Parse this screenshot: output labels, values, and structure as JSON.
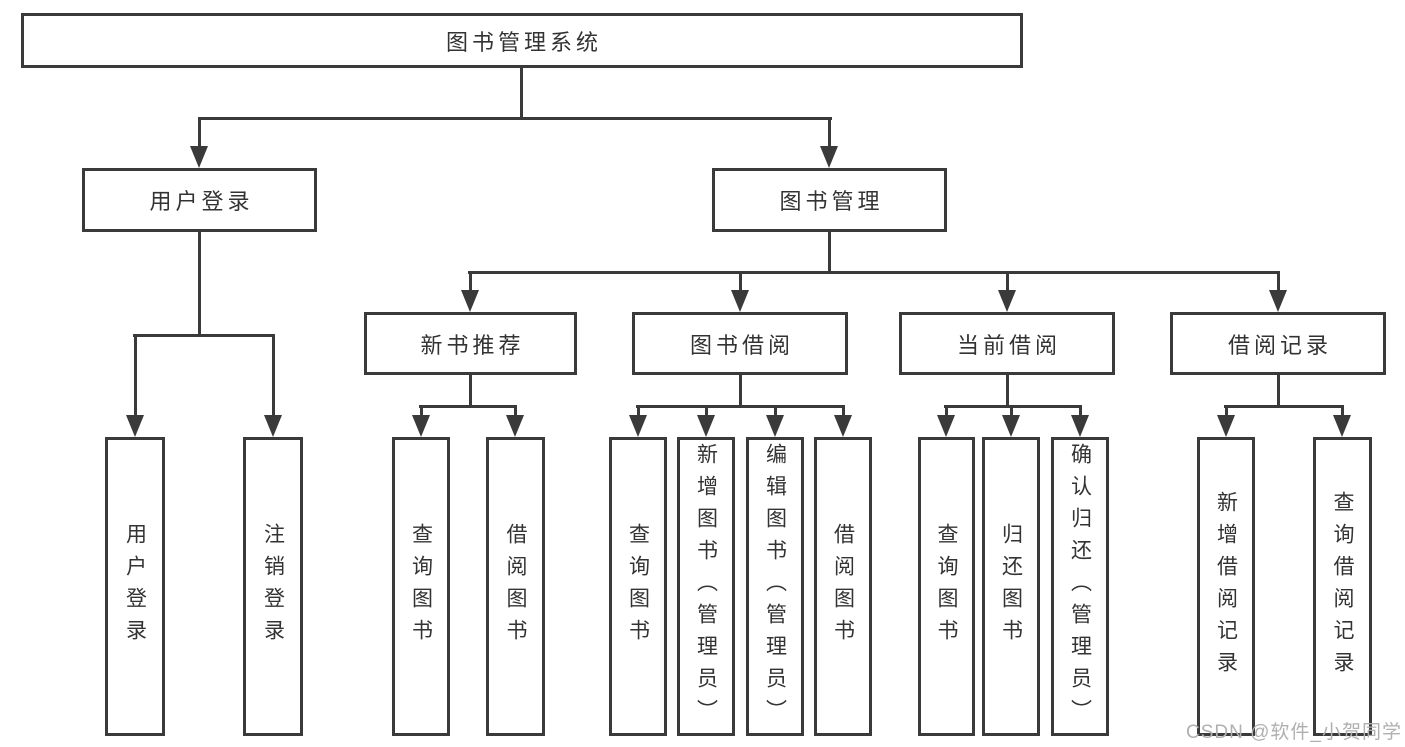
{
  "diagram_type": "hierarchy-tree",
  "tree": {
    "root": {
      "label": "图书管理系统"
    },
    "level2": [
      {
        "label": "用户登录"
      },
      {
        "label": "图书管理"
      }
    ],
    "level3": [
      {
        "label": "新书推荐"
      },
      {
        "label": "图书借阅"
      },
      {
        "label": "当前借阅"
      },
      {
        "label": "借阅记录"
      }
    ],
    "leaves": [
      {
        "label": "用户登录",
        "parent": "用户登录"
      },
      {
        "label": "注销登录",
        "parent": "用户登录"
      },
      {
        "label": "查询图书",
        "parent": "新书推荐"
      },
      {
        "label": "借阅图书",
        "parent": "新书推荐"
      },
      {
        "label": "查询图书",
        "parent": "图书借阅"
      },
      {
        "label": "新增图书（管理员）",
        "parent": "图书借阅"
      },
      {
        "label": "编辑图书（管理员）",
        "parent": "图书借阅"
      },
      {
        "label": "借阅图书",
        "parent": "图书借阅"
      },
      {
        "label": "查询图书",
        "parent": "当前借阅"
      },
      {
        "label": "归还图书",
        "parent": "当前借阅"
      },
      {
        "label": "确认归还（管理员）",
        "parent": "当前借阅"
      },
      {
        "label": "新增借阅记录",
        "parent": "借阅记录"
      },
      {
        "label": "查询借阅记录",
        "parent": "借阅记录"
      }
    ]
  },
  "watermark": "CSDN @软件_小贺同学",
  "colors": {
    "line": "#3a3a3a",
    "text": "#333333",
    "watermark": "#b0b0b0",
    "background": "#ffffff"
  }
}
